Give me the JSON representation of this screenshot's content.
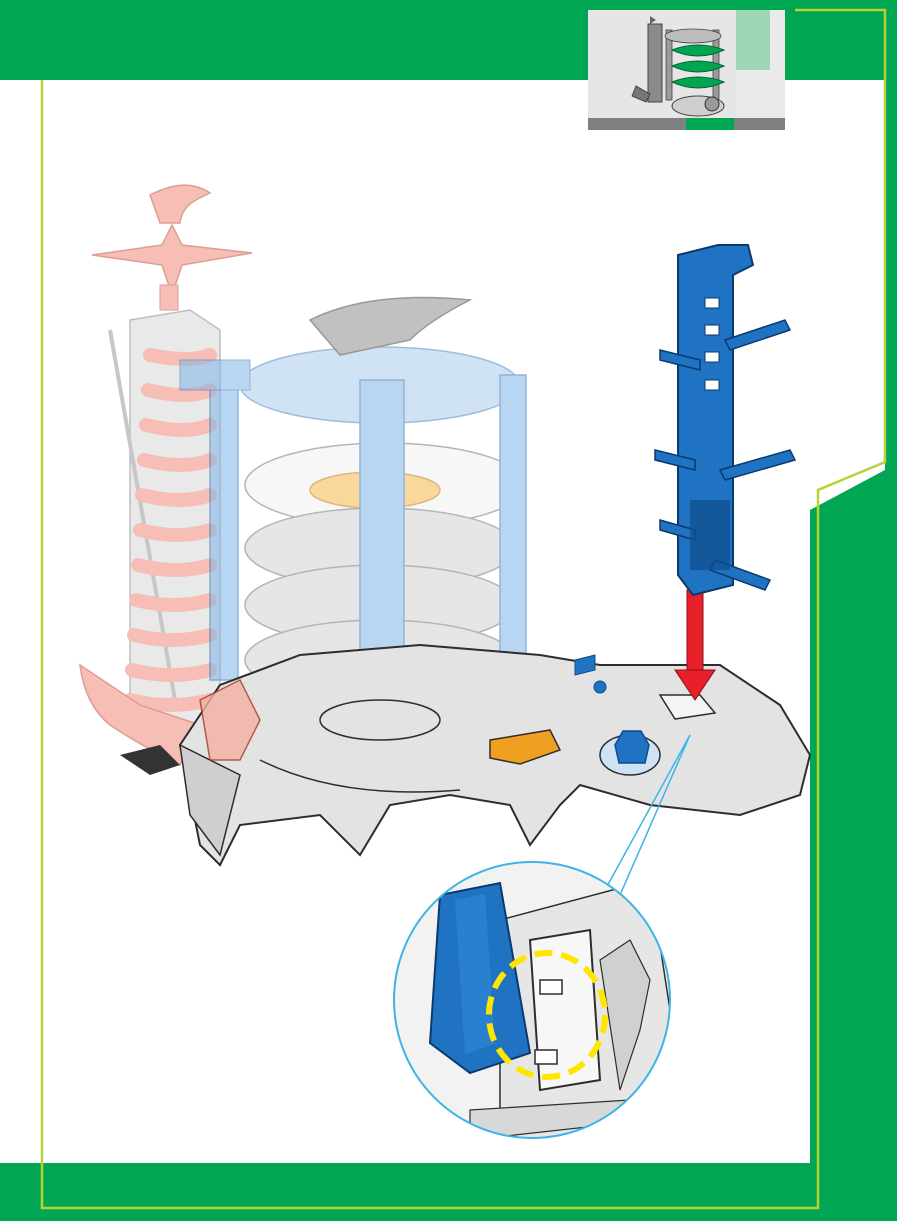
{
  "colors": {
    "brand_green": "#00a651",
    "frame_lime": "#b5d334",
    "part_blue": "#1f73c2",
    "part_blue_dark": "#0f4d8c",
    "arrow_red": "#e8202a",
    "highlight_yellow": "#ffe600",
    "callout_cyan": "#3cb4e6",
    "ghost_red": "#f08a7a",
    "ghost_blue": "#7fb6e6",
    "ghost_orange": "#f6b94a",
    "base_gray": "#dcdcdc"
  },
  "icons": {
    "step_thumbnail": "tower-overview-thumbnail",
    "new_part": "blue-tower-column",
    "insert_arrow": "down-arrow",
    "detail_zoom": "circular-callout",
    "lock_indicator": "dashed-circle-highlight"
  },
  "assembly_step": {
    "part_to_attach": "blue-column",
    "action": "insert-into-base-slot"
  }
}
